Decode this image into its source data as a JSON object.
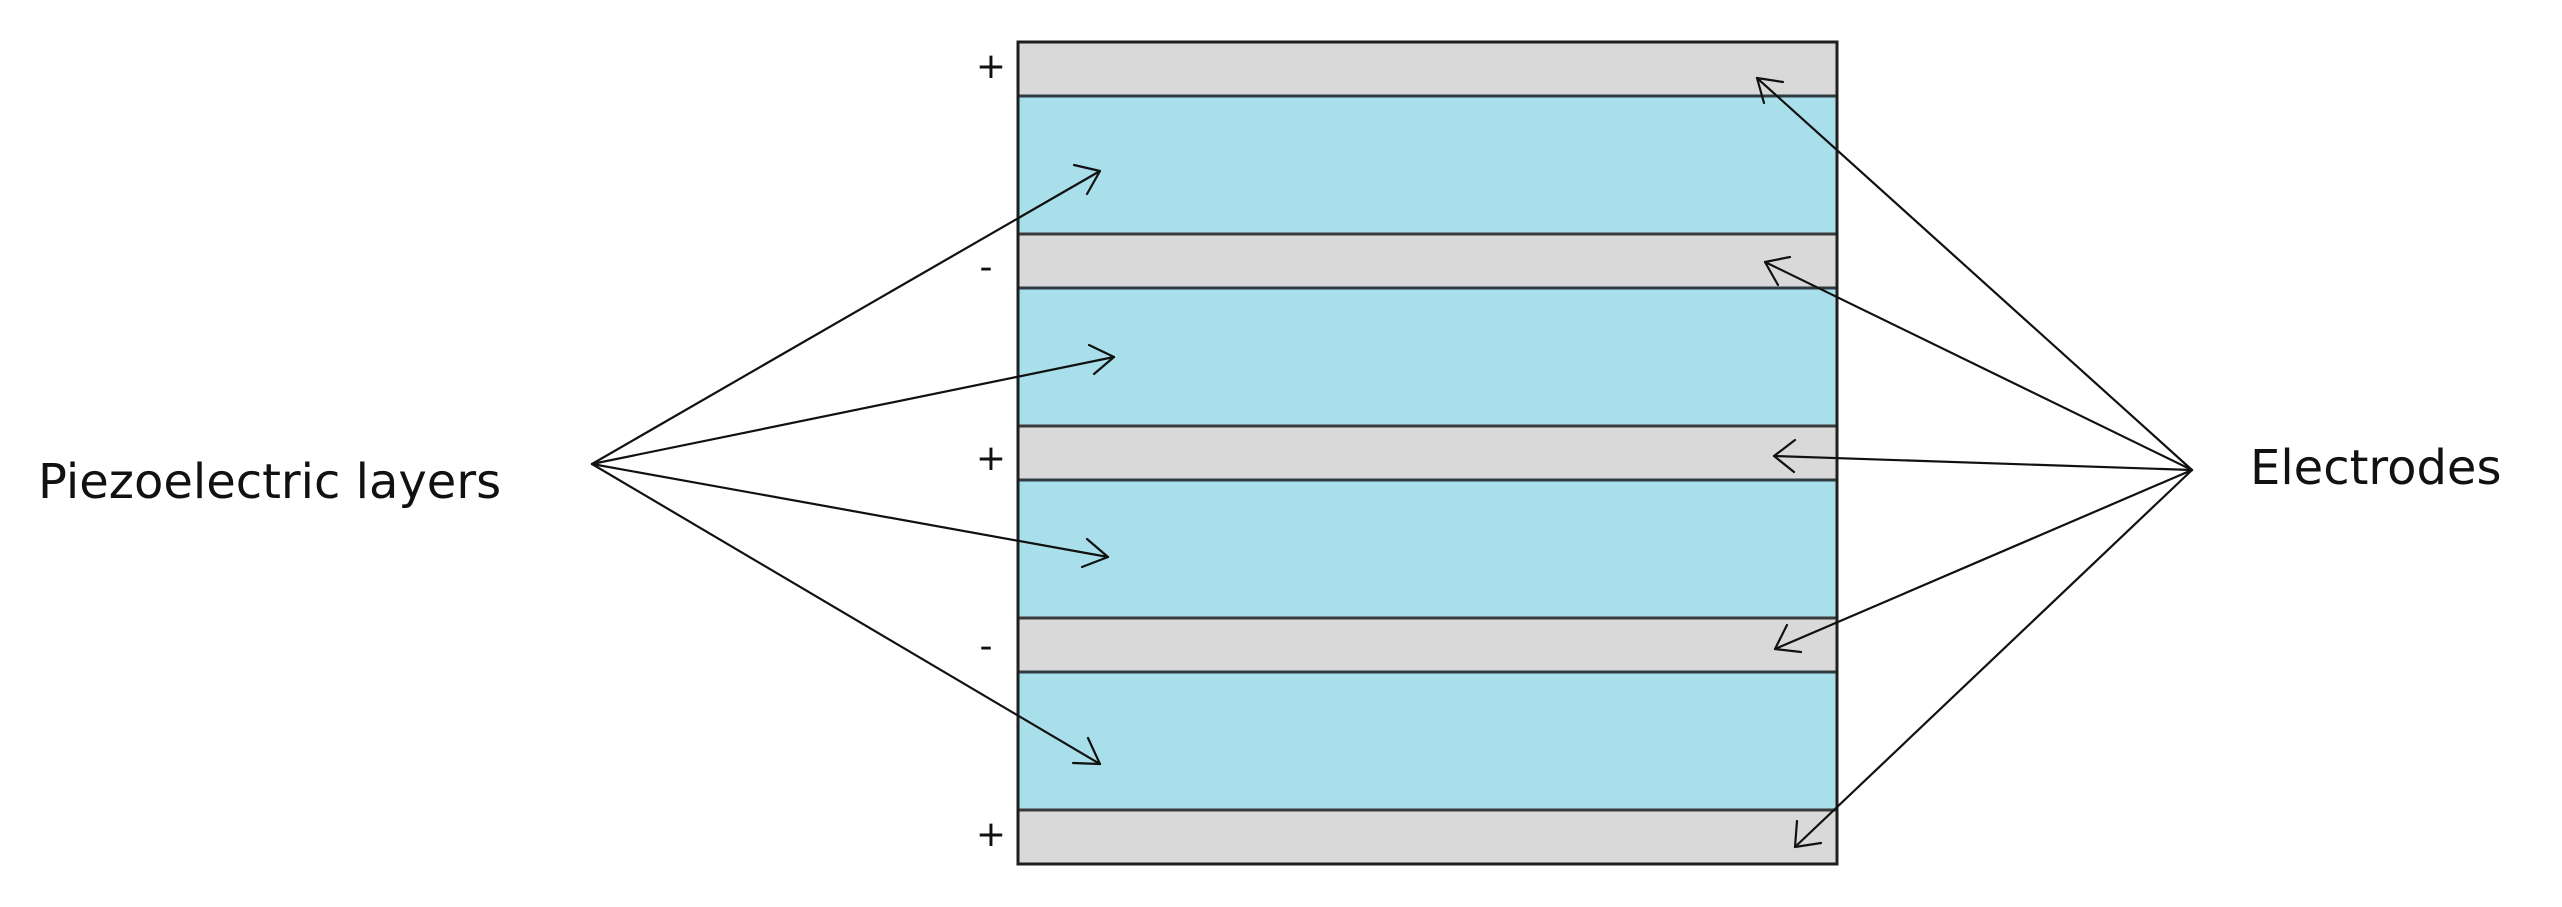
{
  "labels": {
    "left": "Piezoelectric layers",
    "right": "Electrodes"
  },
  "polarity_signs": [
    "+",
    "-",
    "+",
    "-",
    "+"
  ],
  "colors": {
    "piezoelectric_layer": "#a8dfea",
    "electrode": "#d9d9d9"
  },
  "layer_counts": {
    "piezoelectric_layers": 4,
    "electrodes": 5
  }
}
